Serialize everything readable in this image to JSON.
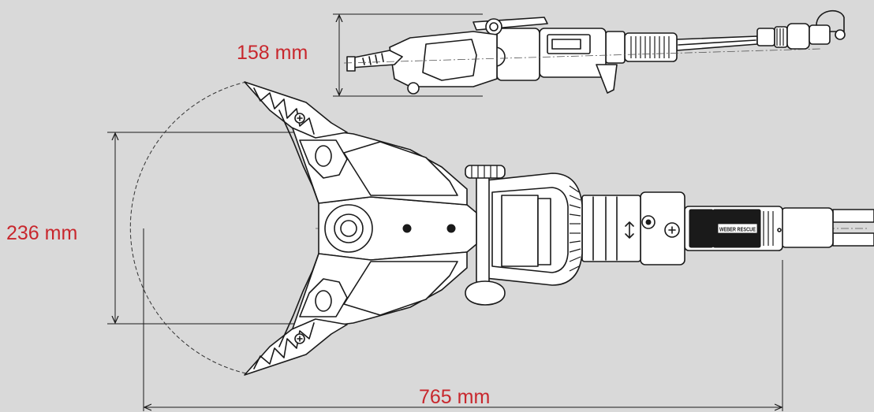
{
  "dimensions": {
    "height_top_view": "158 mm",
    "height_main_view": "236 mm",
    "overall_length": "765 mm"
  },
  "handle_badge": "WEBER RESCUE",
  "colors": {
    "background": "#d9d9d9",
    "line": "#1a1a1a",
    "dimension_text": "#c8272d"
  }
}
